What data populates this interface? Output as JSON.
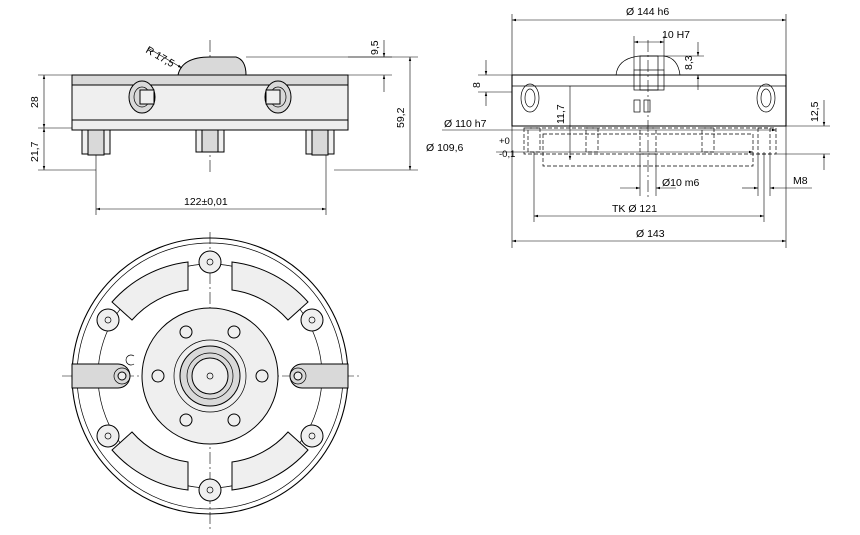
{
  "side_view": {
    "dim_radius": "R 17,5",
    "dim_9_5": "9,5",
    "dim_28": "28",
    "dim_59_2": "59,2",
    "dim_21_7": "21,7",
    "dim_122": "122±0,01"
  },
  "section_view": {
    "dim_d144": "Ø 144  h6",
    "dim_10h7": "10 H7",
    "dim_8_3": "8,3",
    "dim_8": "8",
    "dim_11_7": "11,7",
    "dim_12_5": "12,5",
    "dim_d110": "Ø 110  h7",
    "dim_d109_6": "Ø  109,6",
    "tol_upper": "+0",
    "tol_lower": "-0,1",
    "dim_d10m6": "Ø10 m6",
    "dim_m8": "M8",
    "dim_tk121": "TK Ø 121",
    "dim_d143": "Ø 143"
  }
}
